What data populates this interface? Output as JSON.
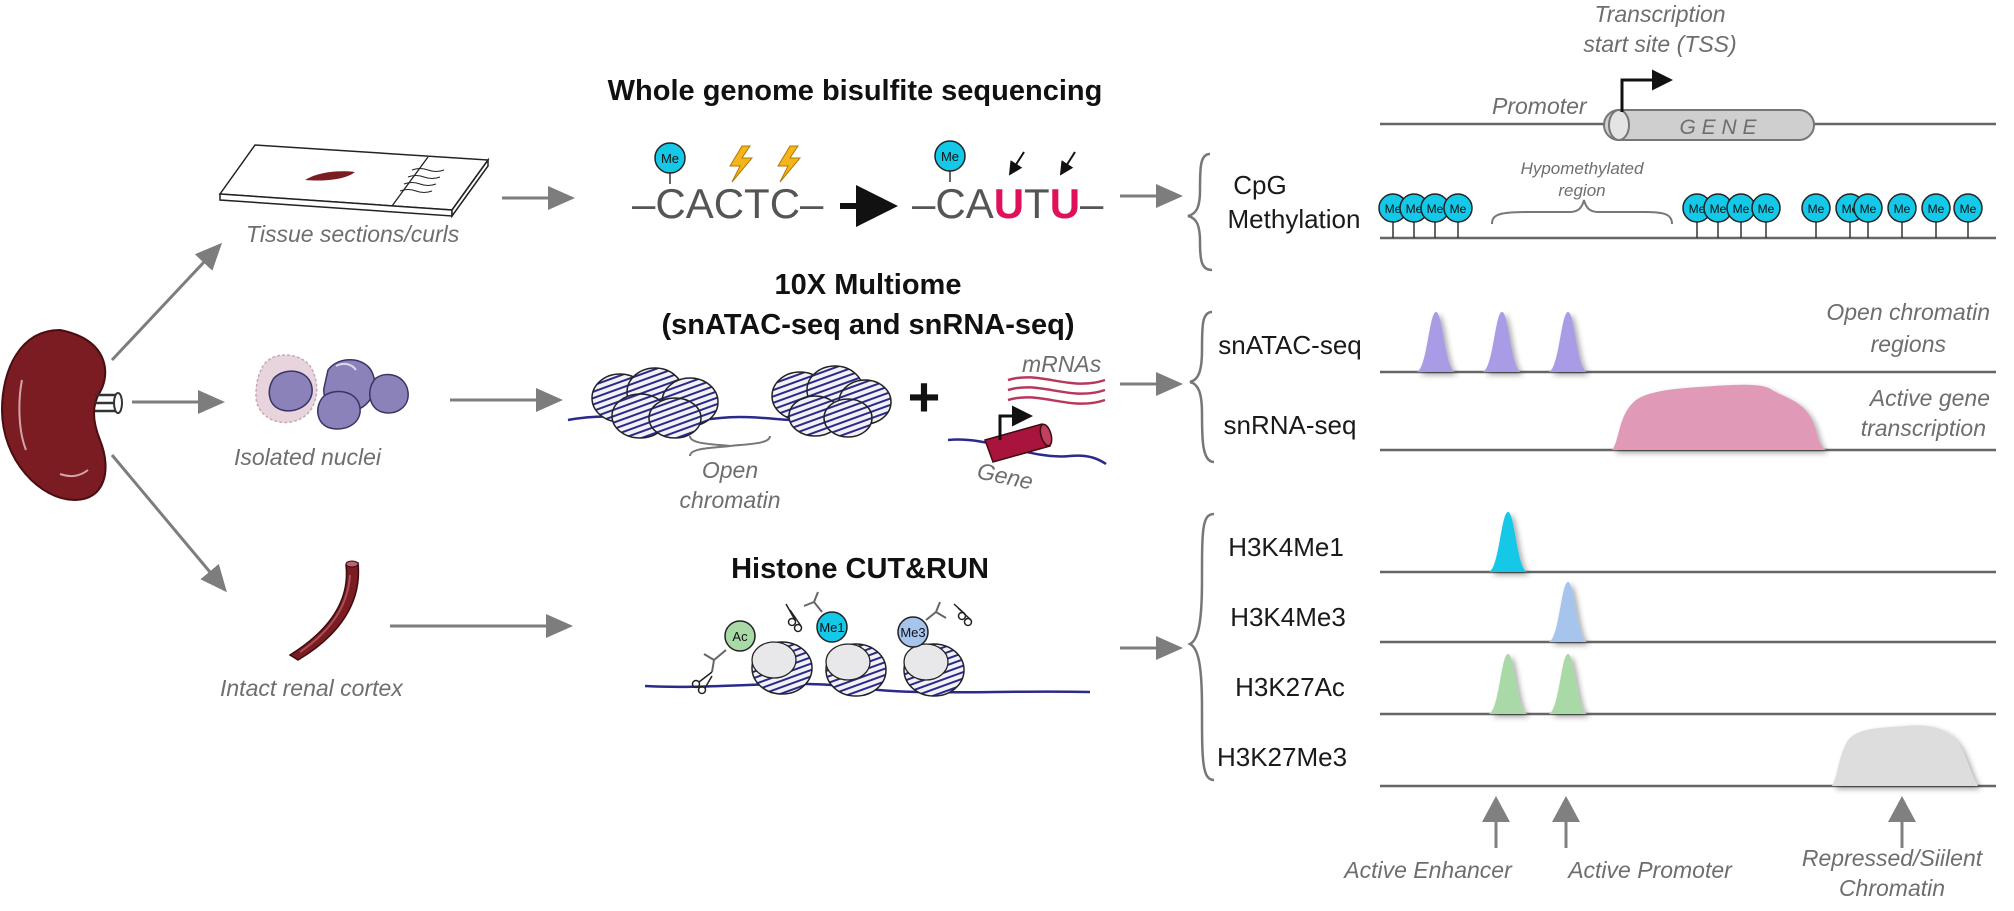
{
  "sources": {
    "tissue_sections": "Tissue sections/curls",
    "isolated_nuclei": "Isolated nuclei",
    "intact_cortex": "Intact renal cortex"
  },
  "methods": {
    "wgbs_title": "Whole genome bisulfite sequencing",
    "wgbs_before": "–CACTC–",
    "wgbs_after_prefix": "–CA",
    "wgbs_after_u1": "U",
    "wgbs_after_mid": "T",
    "wgbs_after_u2": "U",
    "wgbs_after_suffix": "–",
    "me_label": "Me",
    "multiome_title_line1": "10X Multiome",
    "multiome_title_line2": "(snATAC-seq and snRNA-seq)",
    "open_chromatin_line1": "Open",
    "open_chromatin_line2": "chromatin",
    "mrnas": "mRNAs",
    "gene": "Gene",
    "plus": "+",
    "cutrun_title": "Histone CUT&RUN",
    "mark_ac": "Ac",
    "mark_me1": "Me1",
    "mark_me3": "Me3"
  },
  "tracks": {
    "tss_line1": "Transcription",
    "tss_line2": "start site (TSS)",
    "promoter": "Promoter",
    "gene_box": "G E N E",
    "cpg_line1": "CpG",
    "cpg_line2": "Methylation",
    "hypo_line1": "Hypomethylated",
    "hypo_line2": "region",
    "me_bead": "Me",
    "snatac": "snATAC-seq",
    "snrna": "snRNA-seq",
    "open_regions_line1": "Open chromatin",
    "open_regions_line2": "regions",
    "active_tx_line1": "Active gene",
    "active_tx_line2": "transcription",
    "h3k4me1": "H3K4Me1",
    "h3k4me3": "H3K4Me3",
    "h3k27ac": "H3K27Ac",
    "h3k27me3": "H3K27Me3"
  },
  "annotations": {
    "active_enhancer": "Active Enhancer",
    "active_promoter": "Active Promoter",
    "repressed_line1": "Repressed/Siilent",
    "repressed_line2": "Chromatin"
  },
  "colors": {
    "kidney": "#7a1c22",
    "me_bead": "#14c8e8",
    "uracil": "#e0105a",
    "lightning": "#f5b41c",
    "atac_peak": "#a99be6",
    "rna_peak": "#e09ab8",
    "h3k4me1": "#14c8e8",
    "h3k4me3": "#a6c4ec",
    "h3k27ac": "#a9d9a6",
    "h3k27me3": "#dddddd",
    "nucleus": "#8a82b8",
    "dna": "#2a2a8a",
    "arrow": "#7d7d7d"
  }
}
